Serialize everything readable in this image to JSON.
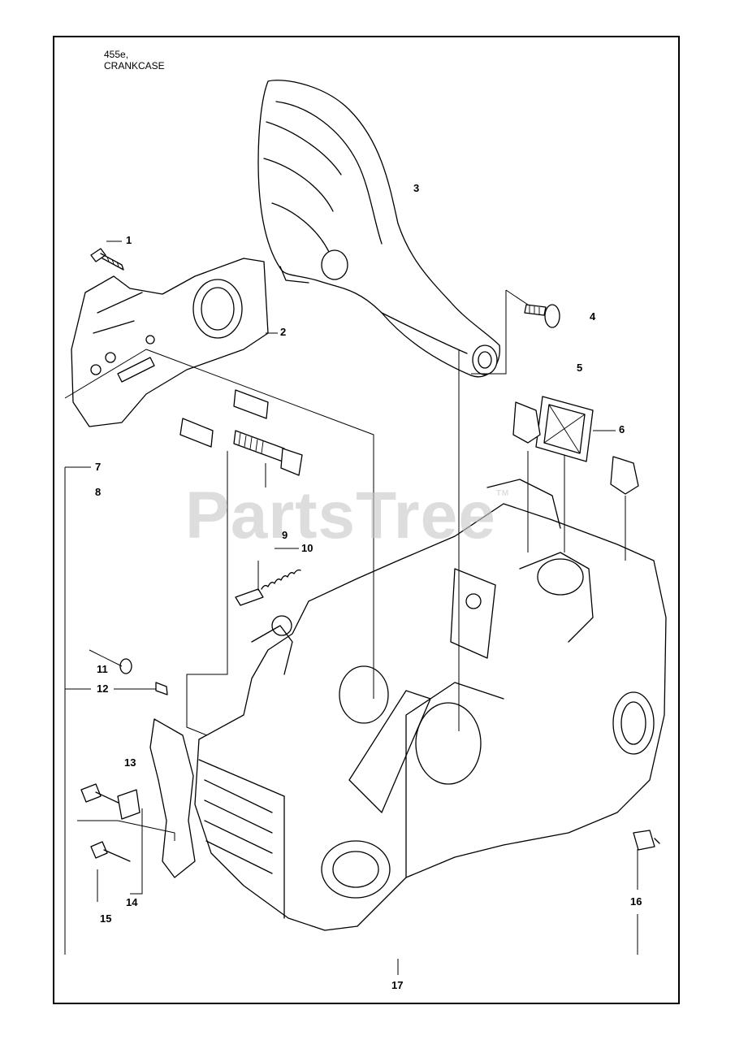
{
  "title": {
    "model": "455e,",
    "section": "CRANKCASE"
  },
  "watermark": {
    "text": "PartsTree",
    "mark": "TM"
  },
  "callouts": [
    "1",
    "2",
    "3",
    "4",
    "5",
    "6",
    "7",
    "8",
    "9",
    "10",
    "11",
    "12",
    "13",
    "14",
    "15",
    "16",
    "17"
  ]
}
